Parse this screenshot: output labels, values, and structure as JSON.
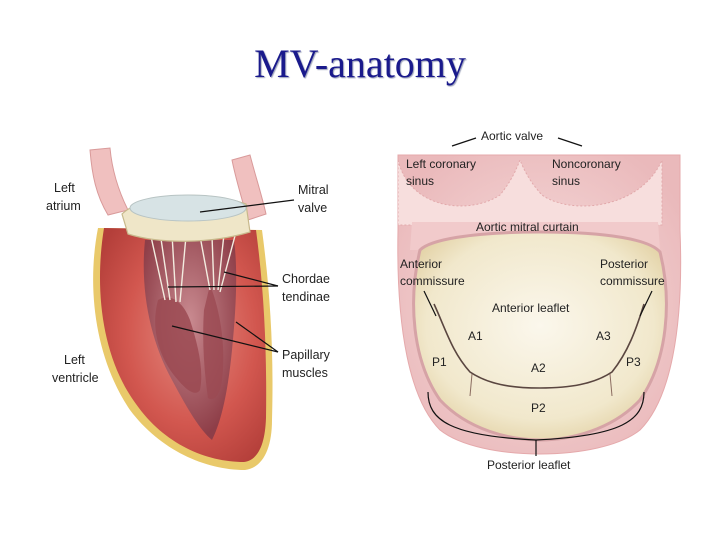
{
  "title": "MV-anatomy",
  "left_figure": {
    "labels": {
      "left_atrium_1": "Left",
      "left_atrium_2": "atrium",
      "mitral_valve_1": "Mitral",
      "mitral_valve_2": "valve",
      "chordae_1": "Chordae",
      "chordae_2": "tendinae",
      "left_ventricle_1": "Left",
      "left_ventricle_2": "ventricle",
      "papillary_1": "Papillary",
      "papillary_2": "muscles"
    }
  },
  "right_figure": {
    "labels": {
      "aortic_valve": "Aortic valve",
      "left_coronary_1": "Left coronary",
      "left_coronary_2": "sinus",
      "noncoronary_1": "Noncoronary",
      "noncoronary_2": "sinus",
      "aortic_mitral_curtain": "Aortic mitral curtain",
      "anterior_commissure_1": "Anterior",
      "anterior_commissure_2": "commissure",
      "posterior_commissure_1": "Posterior",
      "posterior_commissure_2": "commissure",
      "anterior_leaflet": "Anterior leaflet",
      "a1": "A1",
      "a2": "A2",
      "a3": "A3",
      "p1": "P1",
      "p2": "P2",
      "p3": "P3",
      "posterior_leaflet": "Posterior leaflet"
    }
  },
  "colors": {
    "title": "#1a1a8c",
    "muscle": "#d2574f",
    "muscle_dark": "#a93a3a",
    "valve_cream": "#efe6c8",
    "tissue_pink": "#f3cfd0"
  }
}
